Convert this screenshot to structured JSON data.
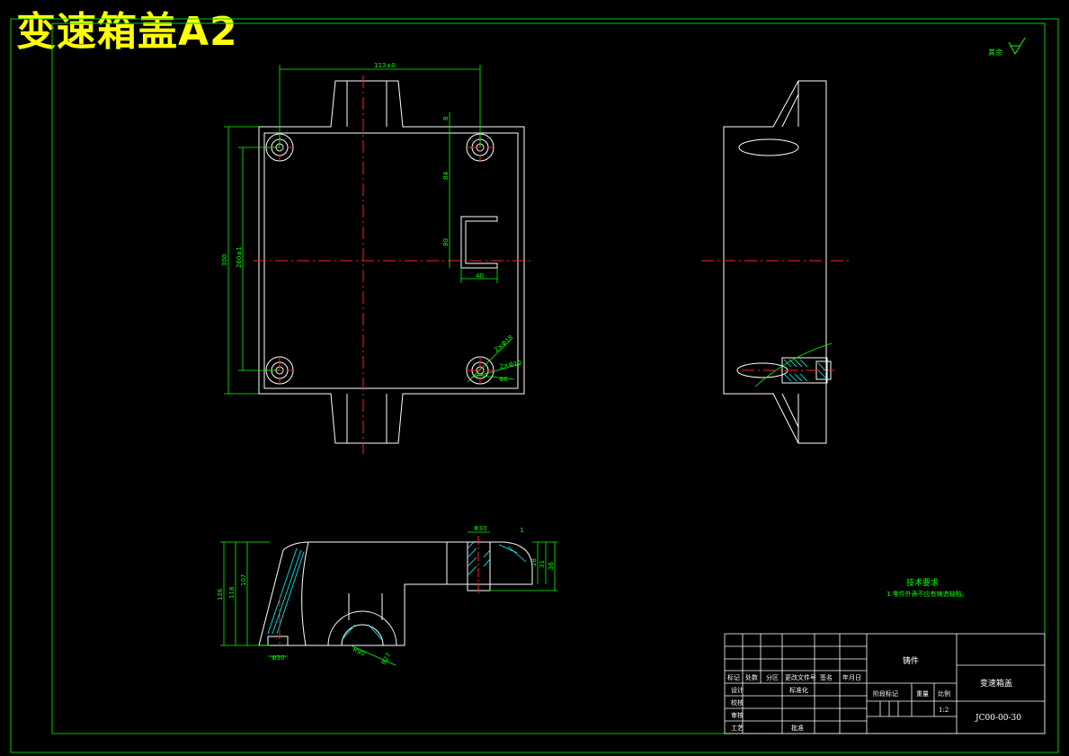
{
  "banner": {
    "title": "变速箱盖A2"
  },
  "colors": {
    "background": "#000000",
    "outline": "#ffffff",
    "frame": "#00cc00",
    "dimension": "#00ff00",
    "centerline": "#ff2020",
    "hatch": "#00ffff",
    "banner": "#ffff00"
  },
  "roughness": {
    "label": "其余"
  },
  "dimensions": {
    "top_width": "113±0",
    "top_small": "8",
    "slot_offset": "84",
    "slot_height": "80",
    "slot_width": "40",
    "left_outer": "300",
    "left_inner": "260±1",
    "hole_1": "2×Φ18",
    "hole_2": "2×Φ10",
    "hole_3": "Φ6",
    "sec_top_dia": "Φ30",
    "sec_top_small": "1",
    "sec_r1": "28",
    "sec_r2": "31",
    "sec_r3": "36",
    "sec_h1": "126",
    "sec_h2": "118",
    "sec_h3": "107",
    "sec_bot_dia": "Φ30",
    "sec_arc": "R90",
    "sec_arc2": "R27"
  },
  "notes": {
    "heading": "技术要求",
    "line1": "1.零件外表不应有铸造缺陷。"
  },
  "title_block": {
    "part_name": "铸件",
    "drawing_name": "变速箱盖",
    "drawing_number": "JC00-00-30",
    "scale": "1:2",
    "header_mark": "标记",
    "header_count": "处数",
    "header_zone": "分区",
    "header_doc": "更改文件号",
    "header_sign": "签名",
    "header_date": "年月日",
    "row_design": "设计",
    "row_check": "校核",
    "row_review": "审核",
    "row_process": "工艺",
    "row_standard": "标准化",
    "row_approve": "批准",
    "stage_label": "阶段标记",
    "weight_label": "重量",
    "scale_label": "比例"
  }
}
